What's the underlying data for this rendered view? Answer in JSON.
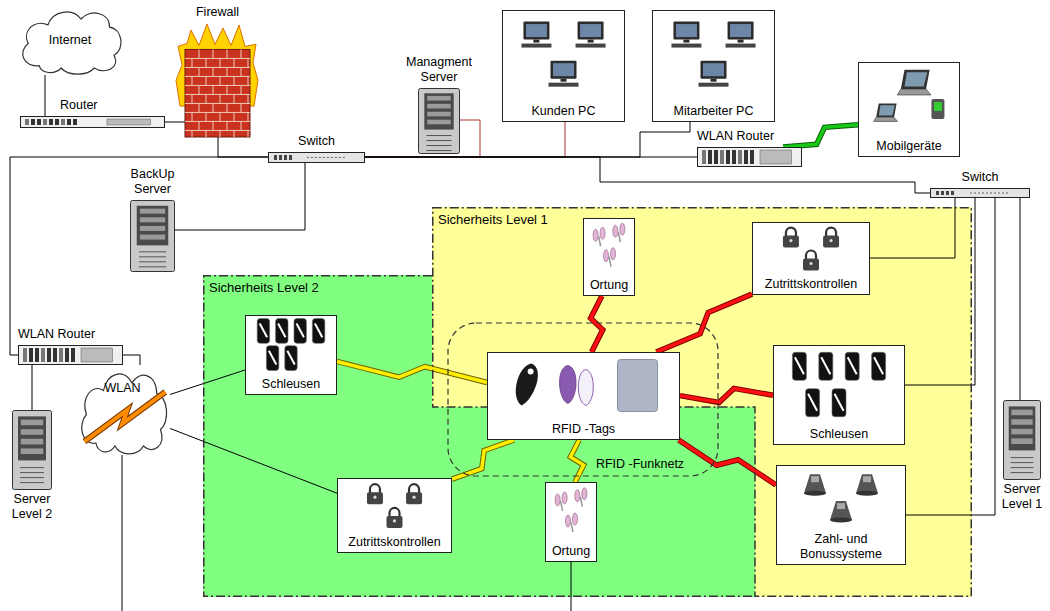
{
  "diagram": {
    "nodes": [
      {
        "text": [
          "Internet"
        ]
      },
      {
        "text": [
          "Firewall"
        ]
      },
      {
        "text": [
          "Router"
        ]
      },
      {
        "text": [
          "Switch"
        ]
      },
      {
        "text": [
          "BackUp Server"
        ]
      },
      {
        "text": [
          "Managment Server"
        ]
      },
      {
        "text": [
          "Kunden PC"
        ]
      },
      {
        "text": [
          "Mitarbeiter PC"
        ]
      },
      {
        "text": [
          "WLAN Router"
        ]
      },
      {
        "text": [
          "Mobilgeräte"
        ]
      },
      {
        "text": [
          "Switch"
        ]
      },
      {
        "text": [
          "Sicherheits Level 1"
        ]
      },
      {
        "text": [
          "Ortung"
        ],
        "in": 11
      },
      {
        "text": [
          "Zutrittskontrollen"
        ],
        "in": 11
      },
      {
        "text": [
          "Schleusen"
        ],
        "in": 11
      },
      {
        "text": [
          "Zahl- und Bonussysteme"
        ],
        "in": 11
      },
      {
        "text": [
          "Sicherheits Level 2"
        ]
      },
      {
        "text": [
          "Schleusen"
        ],
        "in": 16
      },
      {
        "text": [
          "Zutrittskontrollen"
        ],
        "in": 16
      },
      {
        "text": [
          "Ortung"
        ],
        "in": 16
      },
      {
        "text": [
          "RFID -Funknetz"
        ]
      },
      {
        "text": [
          "RFID -Tags"
        ],
        "in": 20
      },
      {
        "text": [
          "WLAN Router"
        ]
      },
      {
        "text": [
          "Server Level 2"
        ]
      },
      {
        "text": [
          "WLAN"
        ]
      },
      {
        "text": [
          "Server Level 1"
        ]
      }
    ],
    "edges": [
      {
        "from": 0,
        "to": 2,
        "arrow": "none"
      },
      {
        "from": 2,
        "to": 1,
        "arrow": "none"
      },
      {
        "from": 1,
        "to": 3,
        "arrow": "none"
      },
      {
        "from": 3,
        "to": 4,
        "arrow": "none"
      },
      {
        "from": 3,
        "to": 22,
        "arrow": "none"
      },
      {
        "from": 3,
        "to": 5,
        "arrow": "none"
      },
      {
        "from": 3,
        "to": 6,
        "arrow": "none"
      },
      {
        "from": 3,
        "to": 7,
        "arrow": "none"
      },
      {
        "from": 3,
        "to": 8,
        "arrow": "none"
      },
      {
        "from": 3,
        "to": 10,
        "arrow": "none"
      },
      {
        "from": 8,
        "to": 9,
        "arrow": "none"
      },
      {
        "from": 10,
        "to": 13,
        "arrow": "none"
      },
      {
        "from": 10,
        "to": 14,
        "arrow": "none"
      },
      {
        "from": 10,
        "to": 15,
        "arrow": "none"
      },
      {
        "from": 10,
        "to": 25,
        "arrow": "none"
      },
      {
        "from": 21,
        "to": 12,
        "arrow": "none"
      },
      {
        "from": 21,
        "to": 13,
        "arrow": "none"
      },
      {
        "from": 21,
        "to": 14,
        "arrow": "none"
      },
      {
        "from": 21,
        "to": 15,
        "arrow": "none"
      },
      {
        "from": 21,
        "to": 17,
        "arrow": "none"
      },
      {
        "from": 21,
        "to": 18,
        "arrow": "none"
      },
      {
        "from": 21,
        "to": 19,
        "arrow": "none"
      },
      {
        "from": 22,
        "to": 23,
        "arrow": "none"
      },
      {
        "from": 22,
        "to": 24,
        "arrow": "none"
      },
      {
        "from": 24,
        "to": 17,
        "arrow": "none"
      },
      {
        "from": 24,
        "to": 18,
        "arrow": "none"
      }
    ]
  }
}
